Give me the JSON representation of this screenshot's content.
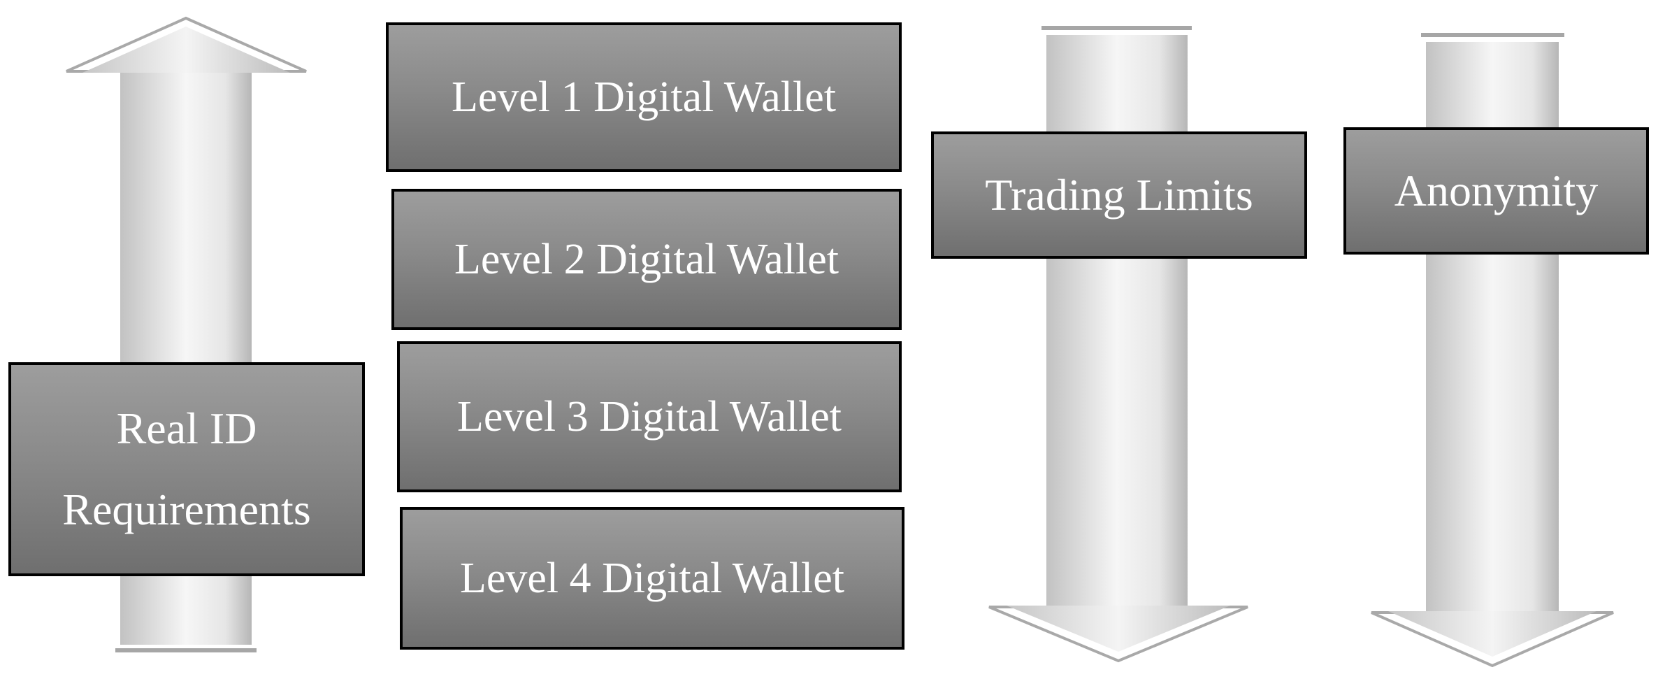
{
  "diagram": {
    "left_arrow": {
      "direction": "up",
      "label_lines": [
        "Real ID",
        "Requirements"
      ]
    },
    "wallet_levels": [
      "Level 1 Digital Wallet",
      "Level 2 Digital Wallet",
      "Level 3 Digital Wallet",
      "Level 4 Digital Wallet"
    ],
    "right_arrows": [
      {
        "direction": "down",
        "label": "Trading Limits"
      },
      {
        "direction": "down",
        "label": "Anonymity"
      }
    ]
  },
  "colors": {
    "box_top": "#9d9d9d",
    "box_bottom": "#6f6f6f",
    "box_border": "#000000",
    "box_text": "#ffffff",
    "arrow_light": "#f7f7f7",
    "arrow_dark": "#b9b9b9",
    "arrow_edge": "#a6a6a6"
  }
}
